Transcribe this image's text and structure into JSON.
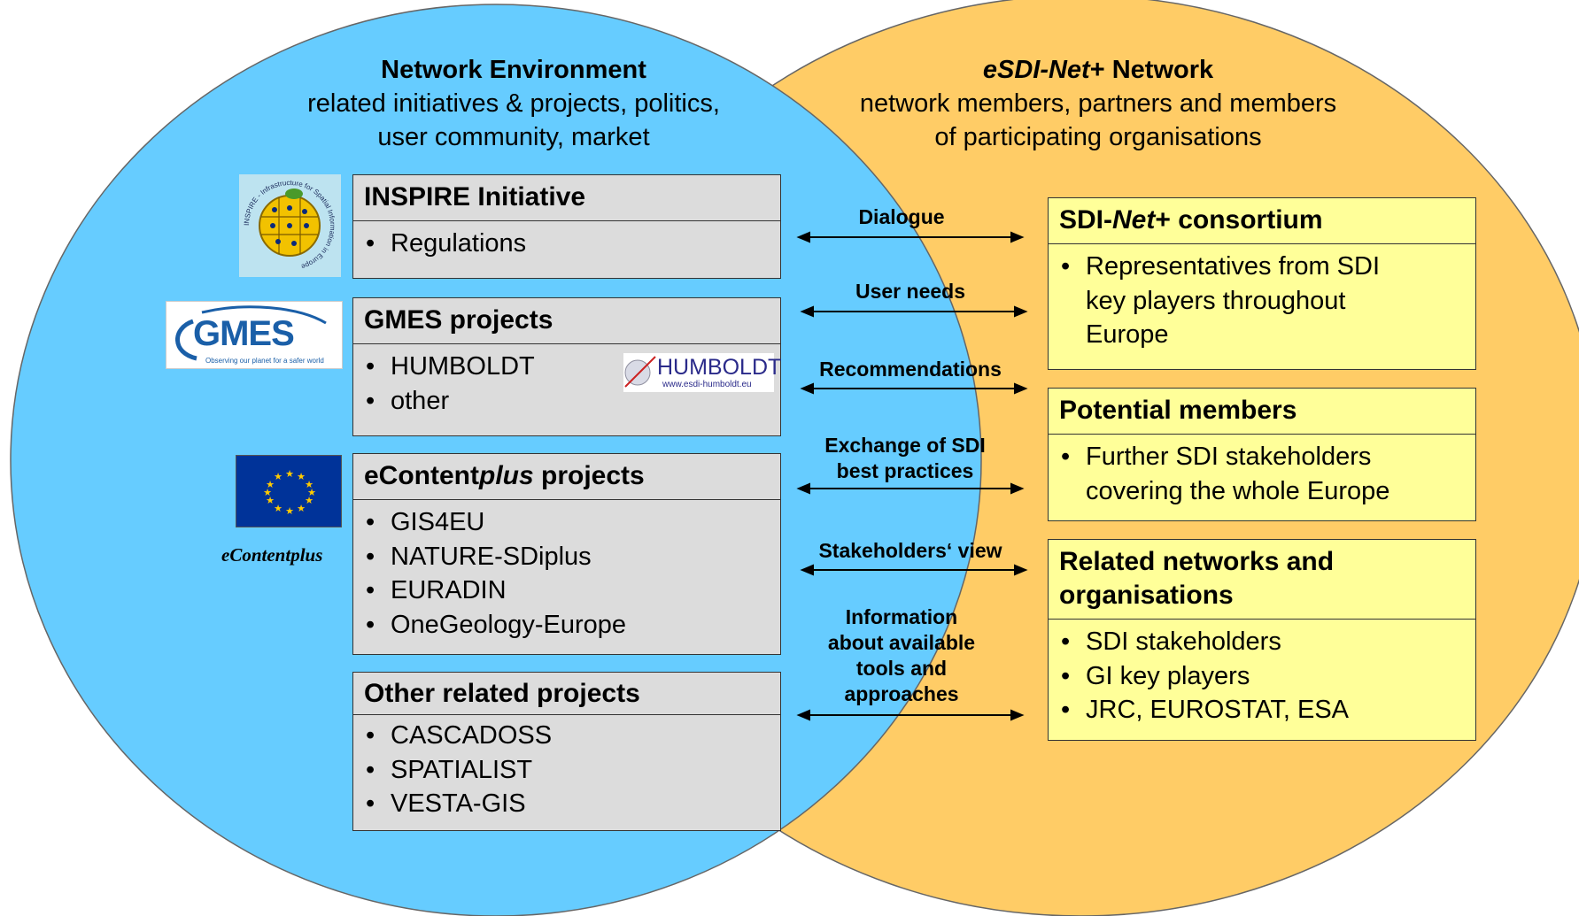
{
  "left_header": {
    "title": "Network Environment",
    "line1": "related initiatives & projects, politics,",
    "line2": "user community, market"
  },
  "right_header": {
    "title_em": "eSDI-Net",
    "title_rest": "+ Network",
    "line1": "network members, partners and members",
    "line2": "of participating organisations"
  },
  "left_boxes": {
    "inspire": {
      "title": "INSPIRE Initiative",
      "items": [
        "Regulations"
      ]
    },
    "gmes": {
      "title": "GMES projects",
      "items": [
        "HUMBOLDT",
        "other"
      ]
    },
    "econtent": {
      "title_pre": "eContent",
      "title_em": "plus",
      "title_post": " projects",
      "items": [
        "GIS4EU",
        "NATURE-SDiplus",
        "EURADIN",
        "OneGeology-Europe"
      ]
    },
    "other": {
      "title": "Other related projects",
      "items": [
        "CASCADOSS",
        "SPATIALIST",
        "VESTA-GIS"
      ]
    }
  },
  "right_boxes": {
    "consortium": {
      "title_pre": "SDI-",
      "title_em": "Net",
      "title_post": "+ consortium",
      "items": [
        "Representatives from SDI key players throughout Europe"
      ]
    },
    "potential": {
      "title": "Potential members",
      "items": [
        "Further SDI stakeholders covering the whole Europe"
      ]
    },
    "related": {
      "title": "Related networks and organisations",
      "items": [
        "SDI stakeholders",
        "GI key players",
        "JRC, EUROSTAT, ESA"
      ]
    }
  },
  "arrow_labels": {
    "dialogue": "Dialogue",
    "user_needs": "User needs",
    "recommendations": "Recommendations",
    "exchange_1": "Exchange of SDI",
    "exchange_2": "best practices",
    "stakeholders": "Stakeholders‘ view",
    "info_1": "Information",
    "info_2": "about available",
    "info_3": "tools and",
    "info_4": "approaches"
  },
  "logos": {
    "inspire_ring": "INSPIRE - Infrastructure for Spatial Information in Europe",
    "gmes": "GMES",
    "gmes_tagline": "Observing our planet for a safer world",
    "humboldt": "HUMBOLDT",
    "humboldt_url": "www.esdi-humboldt.eu",
    "econtent_pre": "eContent",
    "econtent_em": "plus"
  },
  "colors": {
    "left_circle": "#66ccff",
    "right_circle": "#ffcc66",
    "grey_box": "#dcdcdc",
    "yellow_box": "#ffff99"
  }
}
